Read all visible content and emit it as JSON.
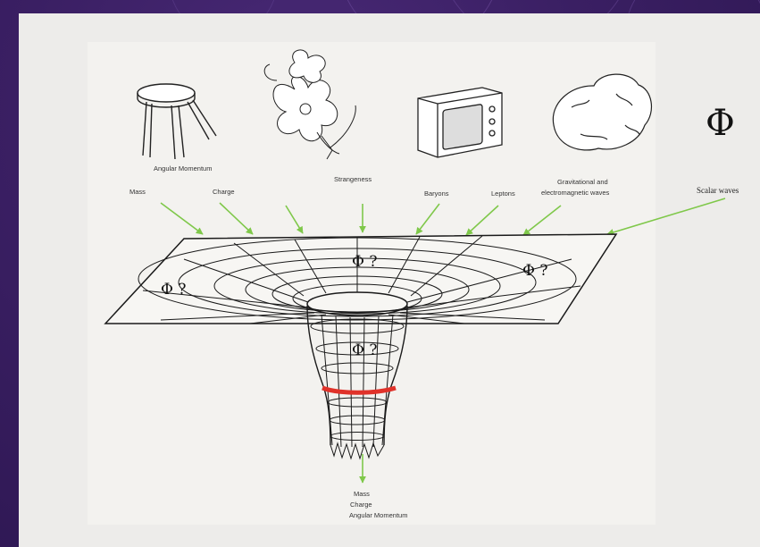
{
  "labels": {
    "angular_momentum": "Angular Momentum",
    "mass": "Mass",
    "charge": "Charge",
    "strangeness": "Strangeness",
    "baryons": "Baryons",
    "leptons": "Leptons",
    "grav_waves_line1": "Gravitational and",
    "grav_waves_line2": "electromagnetic waves",
    "scalar_waves": "Scalar waves",
    "bottom_mass": "Mass",
    "bottom_charge": "Charge",
    "bottom_angular": "Angular Momentum"
  },
  "symbols": {
    "phi": "Φ",
    "phi_question_left": "Φ ?",
    "phi_question_center": "Φ ?",
    "phi_question_right": "Φ ?",
    "phi_question_throat": "Φ ?"
  },
  "colors": {
    "arrow": "#7fc84a",
    "event_horizon": "#e0322a",
    "grid": "#1a1a1a",
    "background": "#3a1f63",
    "panel": "#edecea"
  },
  "icons": [
    "stool-icon",
    "flower-icon",
    "television-icon",
    "rock-icon"
  ]
}
